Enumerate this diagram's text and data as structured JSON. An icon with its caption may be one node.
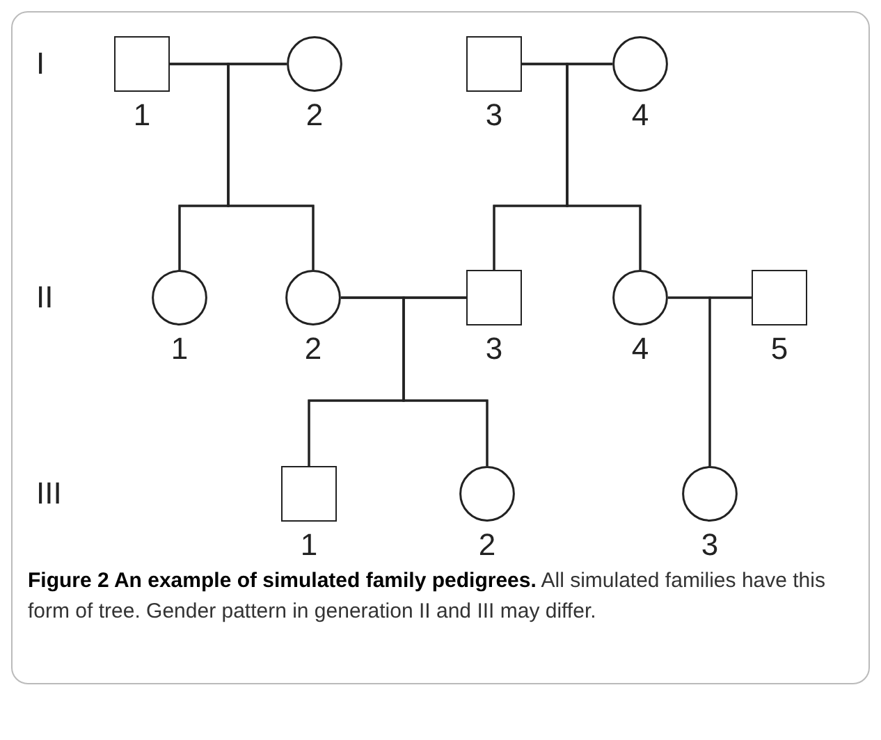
{
  "diagram": {
    "caption": "**Figure 2 An example of simulated family pedigrees.** All simulated families have this form of tree. Gender pattern in generation II and III may differ.",
    "nodes": [
      {
        "text": [],
        "shape": "box",
        "beside": [
          "1"
        ]
      },
      {
        "text": [],
        "shape": "circle",
        "beside": [
          "2"
        ]
      },
      {
        "text": [],
        "shape": "box",
        "beside": [
          "3"
        ]
      },
      {
        "text": [],
        "shape": "circle",
        "beside": [
          "4"
        ]
      },
      {
        "text": [],
        "shape": "circle",
        "beside": [
          "1"
        ]
      },
      {
        "text": [],
        "shape": "circle",
        "beside": [
          "2"
        ]
      },
      {
        "text": [],
        "shape": "box",
        "beside": [
          "3"
        ]
      },
      {
        "text": [],
        "shape": "circle",
        "beside": [
          "4"
        ]
      },
      {
        "text": [],
        "shape": "box",
        "beside": [
          "5"
        ]
      },
      {
        "text": [],
        "shape": "box",
        "beside": [
          "1"
        ]
      },
      {
        "text": [],
        "shape": "circle",
        "beside": [
          "2"
        ]
      },
      {
        "text": [],
        "shape": "circle",
        "beside": [
          "3"
        ]
      }
    ],
    "edges": [
      {
        "from": 0,
        "to": 1,
        "arrow": "none"
      },
      {
        "from": 2,
        "to": 3,
        "arrow": "none"
      },
      {
        "from": 5,
        "to": 6,
        "arrow": "none"
      },
      {
        "from": 7,
        "to": 8,
        "arrow": "none"
      },
      {
        "from": 0,
        "to": 4,
        "arrow": "none"
      },
      {
        "from": 1,
        "to": 4,
        "arrow": "none"
      },
      {
        "from": 0,
        "to": 5,
        "arrow": "none"
      },
      {
        "from": 1,
        "to": 5,
        "arrow": "none"
      },
      {
        "from": 2,
        "to": 6,
        "arrow": "none"
      },
      {
        "from": 3,
        "to": 6,
        "arrow": "none"
      },
      {
        "from": 2,
        "to": 7,
        "arrow": "none"
      },
      {
        "from": 3,
        "to": 7,
        "arrow": "none"
      },
      {
        "from": 5,
        "to": 9,
        "arrow": "none"
      },
      {
        "from": 6,
        "to": 9,
        "arrow": "none"
      },
      {
        "from": 5,
        "to": 10,
        "arrow": "none"
      },
      {
        "from": 6,
        "to": 10,
        "arrow": "none"
      },
      {
        "from": 7,
        "to": 11,
        "arrow": "none"
      },
      {
        "from": 8,
        "to": 11,
        "arrow": "none"
      }
    ],
    "labels": [
      "I",
      "II",
      "III"
    ]
  }
}
